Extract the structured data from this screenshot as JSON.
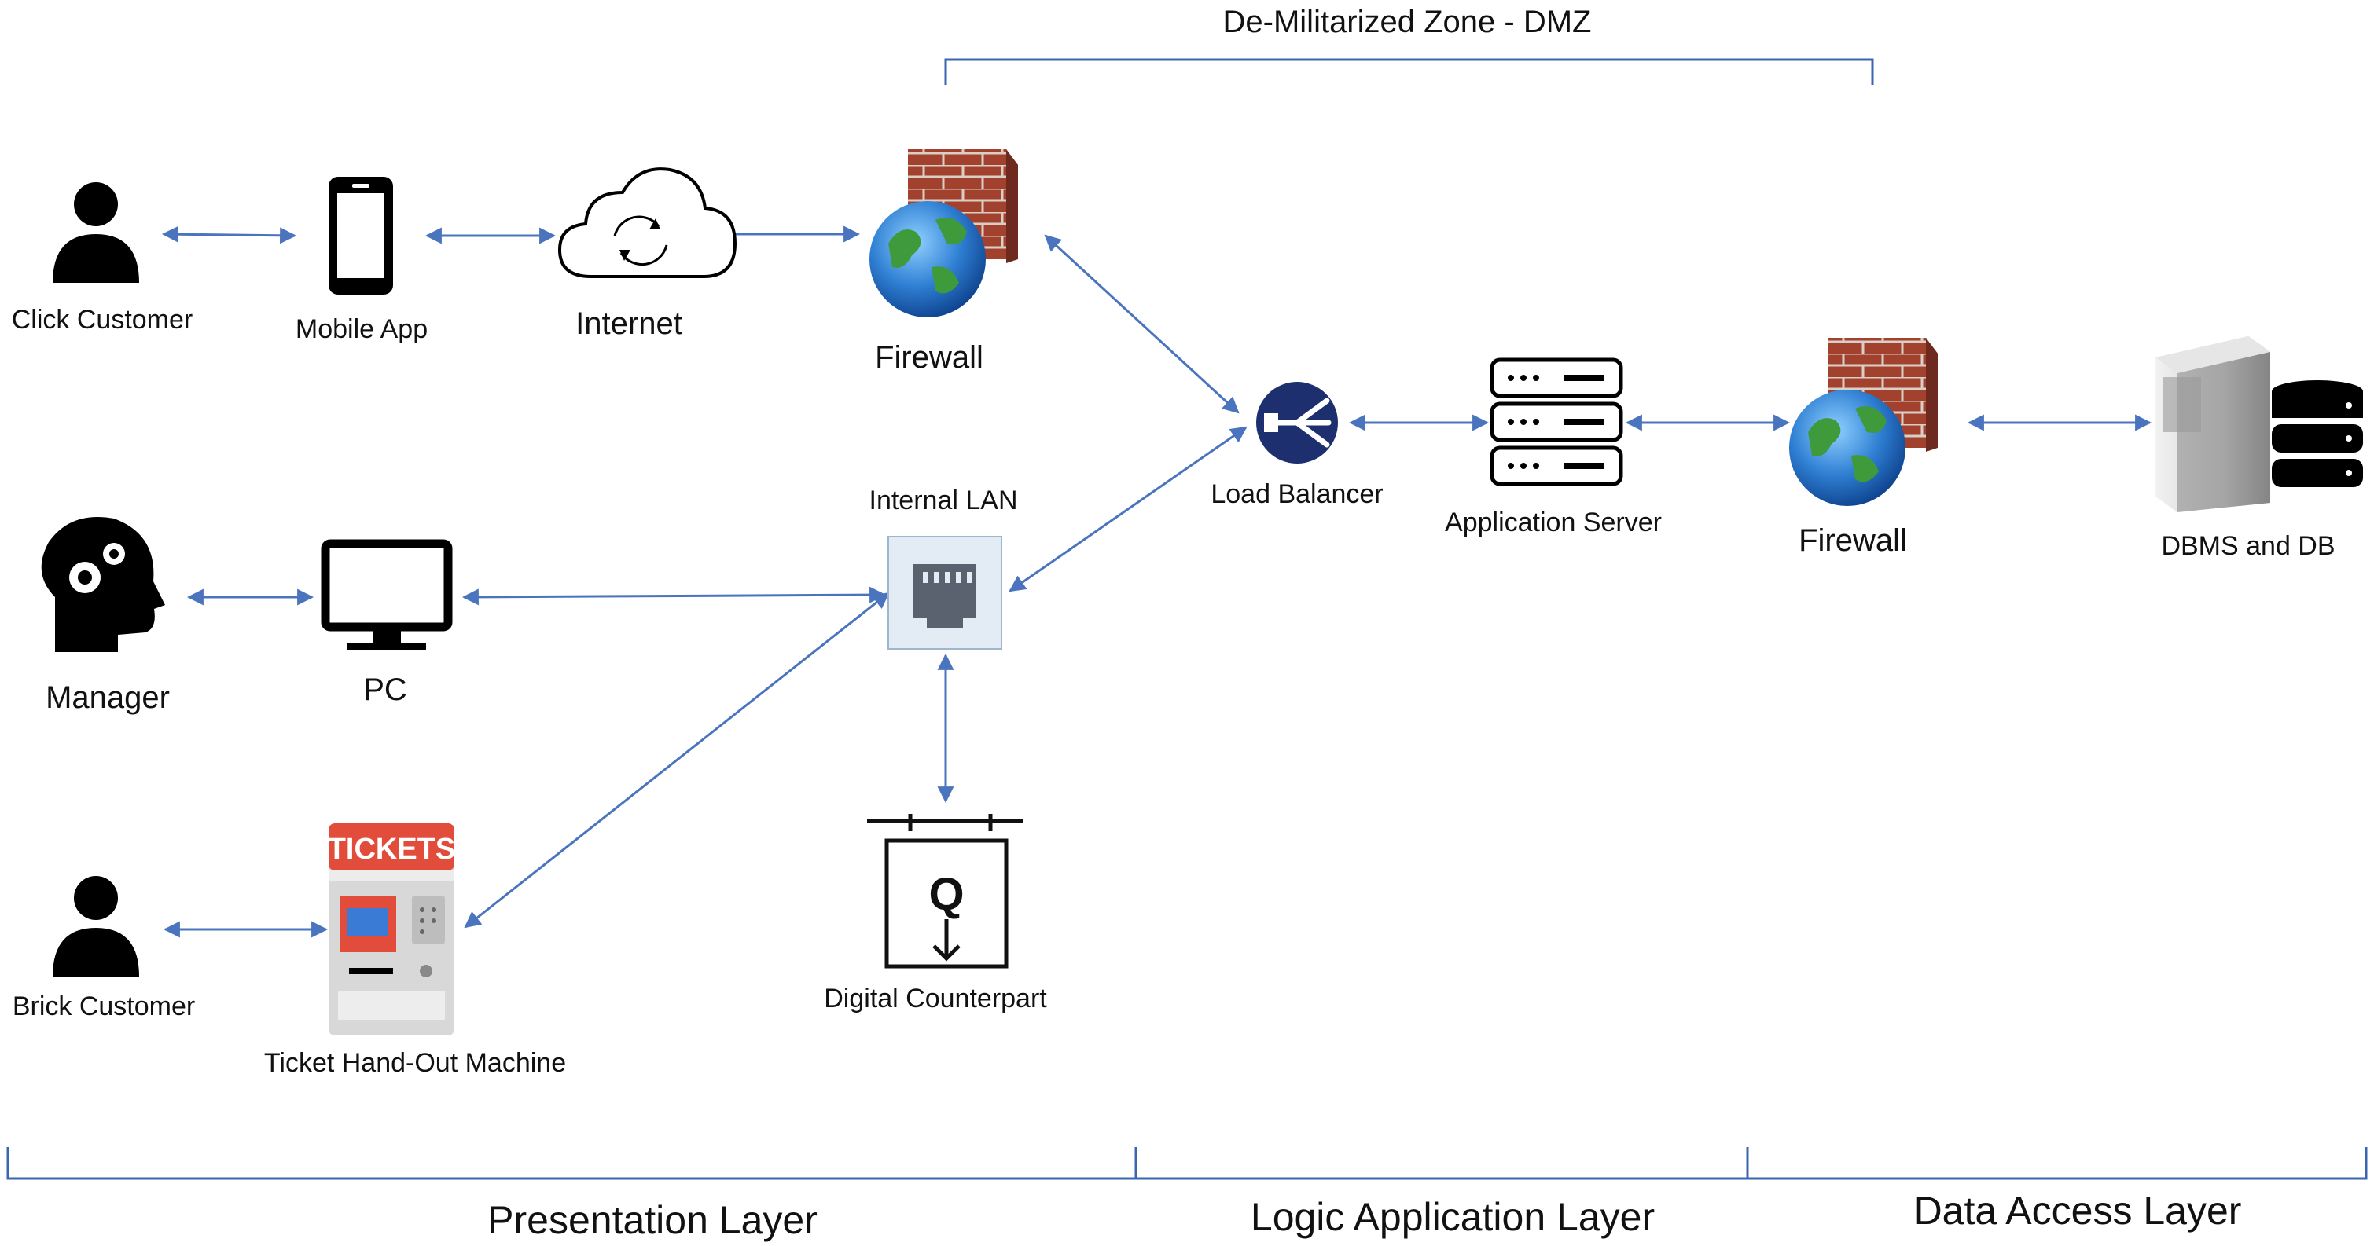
{
  "dmz_label": "De-Militarized Zone - DMZ",
  "nodes": {
    "click_customer": "Click Customer",
    "mobile_app": "Mobile App",
    "internet": "Internet",
    "firewall_front": "Firewall",
    "load_balancer": "Load Balancer",
    "application_server": "Application Server",
    "firewall_back": "Firewall",
    "dbms": "DBMS and DB",
    "internal_lan": "Internal LAN",
    "manager": "Manager",
    "pc": "PC",
    "brick_customer": "Brick Customer",
    "ticket_machine": "Ticket Hand-Out Machine",
    "ticket_sign": "TICKETS",
    "digital_counterpart": "Digital Counterpart",
    "queue_letter": "Q"
  },
  "layers": {
    "presentation": "Presentation Layer",
    "logic": "Logic Application Layer",
    "data": "Data Access Layer"
  },
  "colors": {
    "connector": "#4a74bd",
    "bracket": "#3a66b0",
    "load_balancer": "#1d2f6e",
    "lan_box": "#e3ebf4",
    "brick": "#a3412f",
    "globe": "#2f7fd3",
    "ticket_red": "#e24c3b"
  }
}
